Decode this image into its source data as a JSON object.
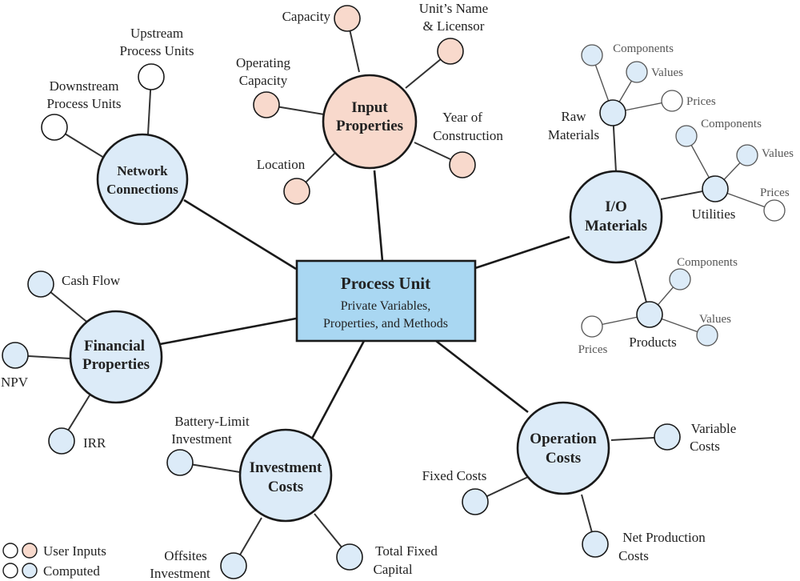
{
  "colors": {
    "user_input_fill": "#f8d9cc",
    "computed_fill": "#dcebf8",
    "process_unit_fill": "#a9d7f2",
    "border": "#1a1a1a",
    "light_border": "#555555"
  },
  "process_unit": {
    "title": "Process Unit",
    "subtitle_line1": "Private Variables,",
    "subtitle_line2": "Properties, and Methods"
  },
  "input_properties": {
    "title_line1": "Input",
    "title_line2": "Properties",
    "capacity": "Capacity",
    "unit_name_line1": "Unit’s Name",
    "unit_name_line2": "& Licensor",
    "operating_capacity_line1": "Operating",
    "operating_capacity_line2": "Capacity",
    "year_line1": "Year of",
    "year_line2": "Construction",
    "location": "Location"
  },
  "network_connections": {
    "title_line1": "Network",
    "title_line2": "Connections",
    "upstream_line1": "Upstream",
    "upstream_line2": "Process Units",
    "downstream_line1": "Downstream",
    "downstream_line2": "Process Units"
  },
  "io_materials": {
    "title_line1": "I/O",
    "title_line2": "Materials",
    "raw_materials_line1": "Raw",
    "raw_materials_line2": "Materials",
    "utilities": "Utilities",
    "products": "Products",
    "raw_components": "Components",
    "raw_values": "Values",
    "raw_prices": "Prices",
    "util_components": "Components",
    "util_values": "Values",
    "util_prices": "Prices",
    "prod_components": "Components",
    "prod_values": "Values",
    "prod_prices": "Prices"
  },
  "financial_properties": {
    "title_line1": "Financial",
    "title_line2": "Properties",
    "cash_flow": "Cash Flow",
    "npv": "NPV",
    "irr": "IRR"
  },
  "investment_costs": {
    "title_line1": "Investment",
    "title_line2": "Costs",
    "battery_line1": "Battery-Limit",
    "battery_line2": "Investment",
    "offsites_line1": "Offsites",
    "offsites_line2": "Investment",
    "total_fixed_line1": "Total Fixed",
    "total_fixed_line2": "Capital"
  },
  "operation_costs": {
    "title_line1": "Operation",
    "title_line2": "Costs",
    "variable_line1": "Variable",
    "variable_line2": "Costs",
    "fixed": "Fixed Costs",
    "net_production_line1": "Net Production",
    "net_production_line2": "Costs"
  },
  "legend": {
    "user_inputs": "User Inputs",
    "computed": "Computed"
  }
}
